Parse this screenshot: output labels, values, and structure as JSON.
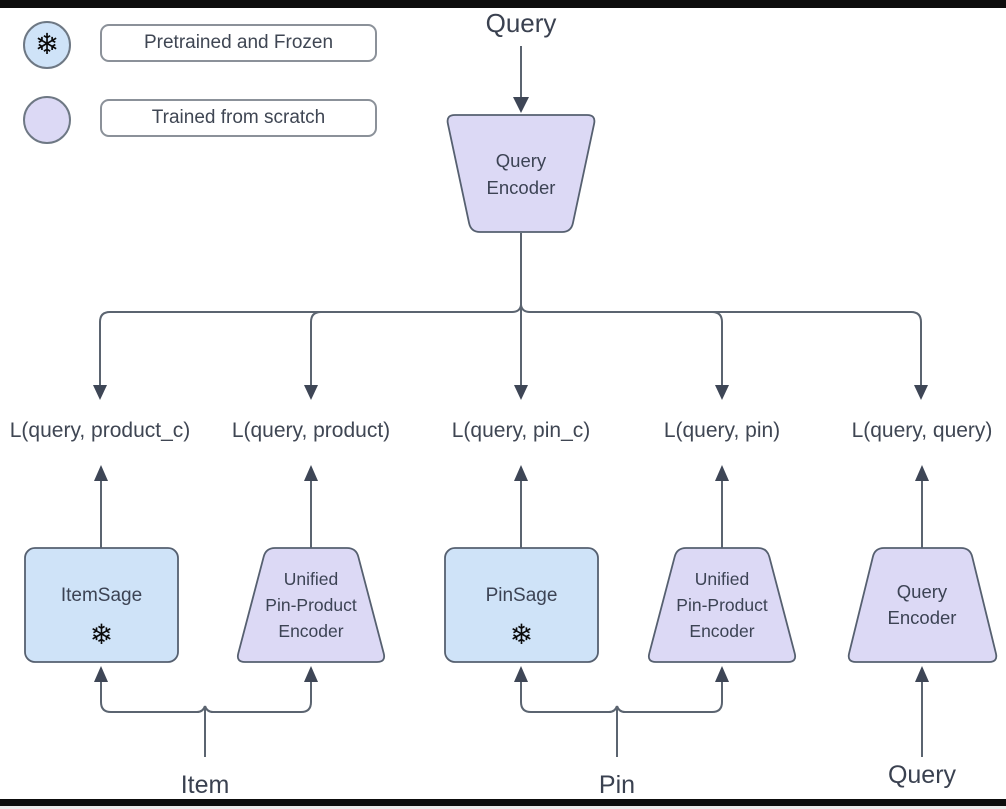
{
  "legend": {
    "items": [
      {
        "label": "Pretrained and Frozen",
        "swatch": "frozen-snowflake-circle"
      },
      {
        "label": "Trained from scratch",
        "swatch": "scratch-circle"
      }
    ]
  },
  "top": {
    "input": "Query",
    "encoder": "Query\nEncoder"
  },
  "losses": [
    "L(query, product_c)",
    "L(query, product)",
    "L(query, pin_c)",
    "L(query, pin)",
    "L(query, query)"
  ],
  "bottom_encoders": [
    {
      "label": "ItemSage",
      "frozen": true,
      "shape": "rectangle"
    },
    {
      "label": "Unified\nPin-Product\nEncoder",
      "frozen": false,
      "shape": "trapezoid"
    },
    {
      "label": "PinSage",
      "frozen": true,
      "shape": "rectangle"
    },
    {
      "label": "Unified\nPin-Product\nEncoder",
      "frozen": false,
      "shape": "trapezoid"
    },
    {
      "label": "Query\nEncoder",
      "frozen": false,
      "shape": "trapezoid"
    }
  ],
  "inputs": {
    "item": "Item",
    "pin": "Pin",
    "query": "Query"
  },
  "icons": {
    "snowflake": "❄"
  },
  "colors": {
    "frozen_fill": "#cfe3f8",
    "scratch_fill": "#dcd9f5",
    "shape_border": "#566070",
    "connector": "#5b6470",
    "arrowhead": "#3e4656",
    "text": "#3b4252",
    "frame_bar": "#0d0d0d"
  }
}
